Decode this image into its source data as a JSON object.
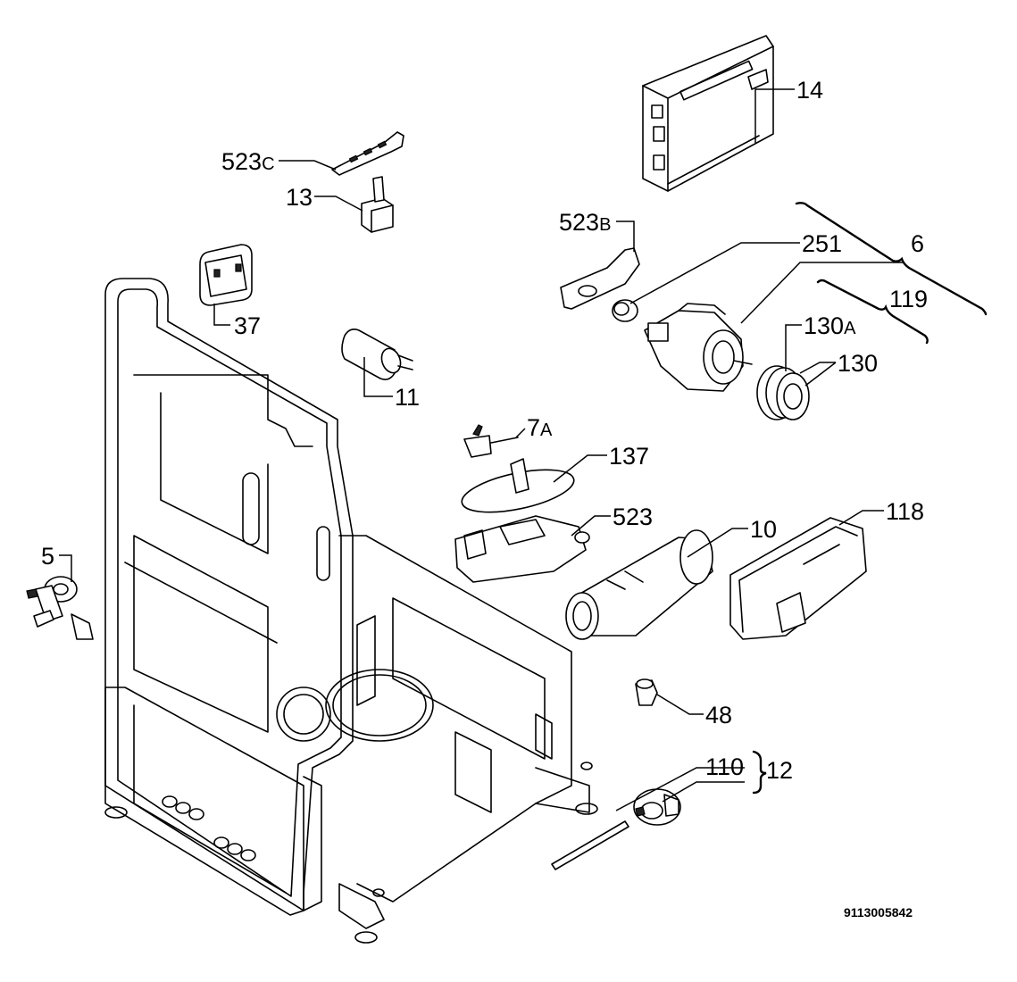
{
  "labels": {
    "c523C": {
      "main": "523",
      "sub": "C"
    },
    "c13": "13",
    "c37": "37",
    "c11": "11",
    "c14": "14",
    "c523B": {
      "main": "523",
      "sub": "B"
    },
    "c251": "251",
    "c6": "6",
    "c119": "119",
    "c130A": {
      "main": "130",
      "sub": "A"
    },
    "c130": "130",
    "c7A": {
      "main": "7",
      "sub": "A"
    },
    "c137": "137",
    "c523": "523",
    "c10": "10",
    "c118": "118",
    "c5": "5",
    "c48": "48",
    "c110": "110",
    "c12": "12"
  },
  "document_number": "9113005842"
}
